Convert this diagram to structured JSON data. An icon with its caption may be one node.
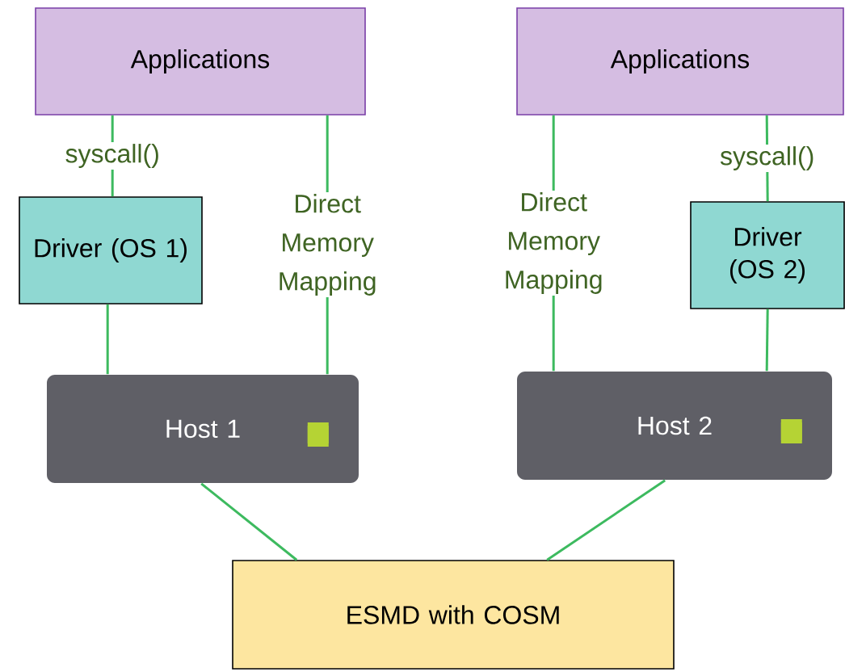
{
  "diagram": {
    "nodes": [
      {
        "text": [
          "Applications"
        ]
      },
      {
        "text": [
          "Applications"
        ]
      },
      {
        "text": [
          "Driver (OS 1)"
        ]
      },
      {
        "text": [
          "Driver (OS 2)"
        ]
      },
      {
        "text": [
          "Host 1"
        ]
      },
      {
        "text": [
          "Host 2"
        ]
      },
      {
        "text": [
          "ESMD with COSM"
        ]
      }
    ],
    "edges": [
      {
        "from": 0,
        "to": 2,
        "arrow": "none",
        "label": "syscall()"
      },
      {
        "from": 0,
        "to": 4,
        "arrow": "none",
        "label": "Direct Memory Mapping"
      },
      {
        "from": 1,
        "to": 5,
        "arrow": "none",
        "label": "Direct Memory Mapping"
      },
      {
        "from": 1,
        "to": 3,
        "arrow": "none",
        "label": "syscall()"
      },
      {
        "from": 2,
        "to": 4,
        "arrow": "none"
      },
      {
        "from": 3,
        "to": 5,
        "arrow": "none"
      },
      {
        "from": 4,
        "to": 6,
        "arrow": "none"
      },
      {
        "from": 5,
        "to": 6,
        "arrow": "none"
      }
    ]
  }
}
